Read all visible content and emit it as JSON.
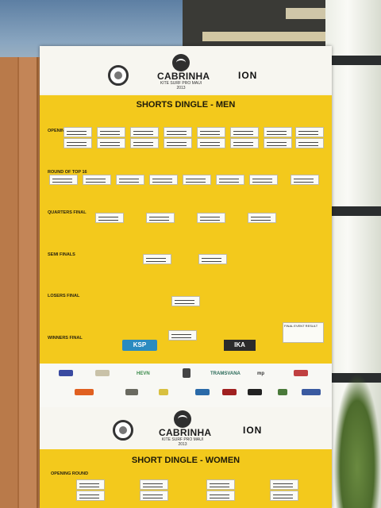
{
  "poster": {
    "brand": "CABRINHA",
    "brand_sub": "KITE SURF PRO MAUI 2013",
    "partner": "ION",
    "sections": [
      {
        "title": "SHORTS DINGLE - MEN",
        "rounds": [
          "OPENING ROUND",
          "ROUND OF TOP 16",
          "QUARTERS FINAL",
          "SEMI FINALS",
          "LOSERS FINAL",
          "WINNERS FINAL"
        ]
      },
      {
        "title": "SHORT DINGLE - WOMEN",
        "rounds": [
          "OPENING ROUND"
        ]
      }
    ],
    "sponsors": [
      "KSP",
      "IKA",
      "HEVN",
      "TRAMSVANA",
      "mp"
    ],
    "final_notice": "FINAL EVENT RESULT"
  },
  "colors": {
    "poster_yellow": "#f3c91c",
    "poster_white": "#f4f2e9",
    "wood": "#b97a4a"
  }
}
